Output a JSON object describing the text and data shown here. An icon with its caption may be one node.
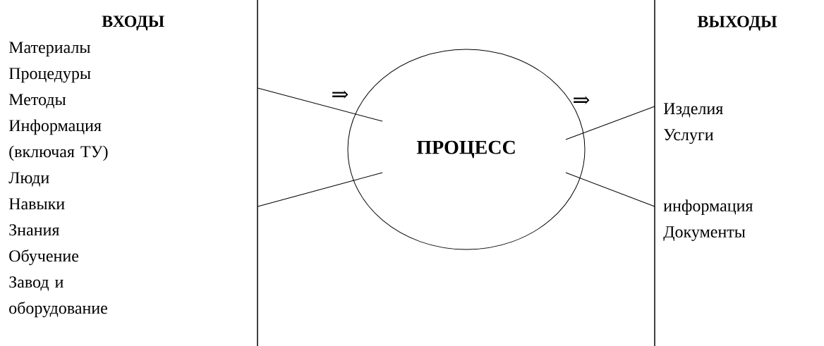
{
  "diagram": {
    "nodes": [
      {
        "text": [
          "ВХОДЫ",
          "Материалы",
          "Процедуры",
          "Методы",
          "Информация (включая ТУ)",
          "Люди",
          "Навыки",
          "Знания",
          "Обучение",
          "Завод и оборудование"
        ]
      },
      {
        "text": [
          "ПРОЦЕСС"
        ]
      },
      {
        "text": [
          "Изделия",
          "Услуги"
        ]
      },
      {
        "text": [
          "информация",
          "Документы"
        ]
      }
    ],
    "edges": [
      {
        "from": 0,
        "to": 1,
        "arrow": "none"
      },
      {
        "from": 0,
        "to": 1,
        "arrow": "none"
      },
      {
        "from": 1,
        "to": 2,
        "arrow": "none"
      },
      {
        "from": 1,
        "to": 3,
        "arrow": "none"
      }
    ],
    "labels": [
      "ВЫХОДЫ",
      "⇒",
      "⇒"
    ]
  }
}
